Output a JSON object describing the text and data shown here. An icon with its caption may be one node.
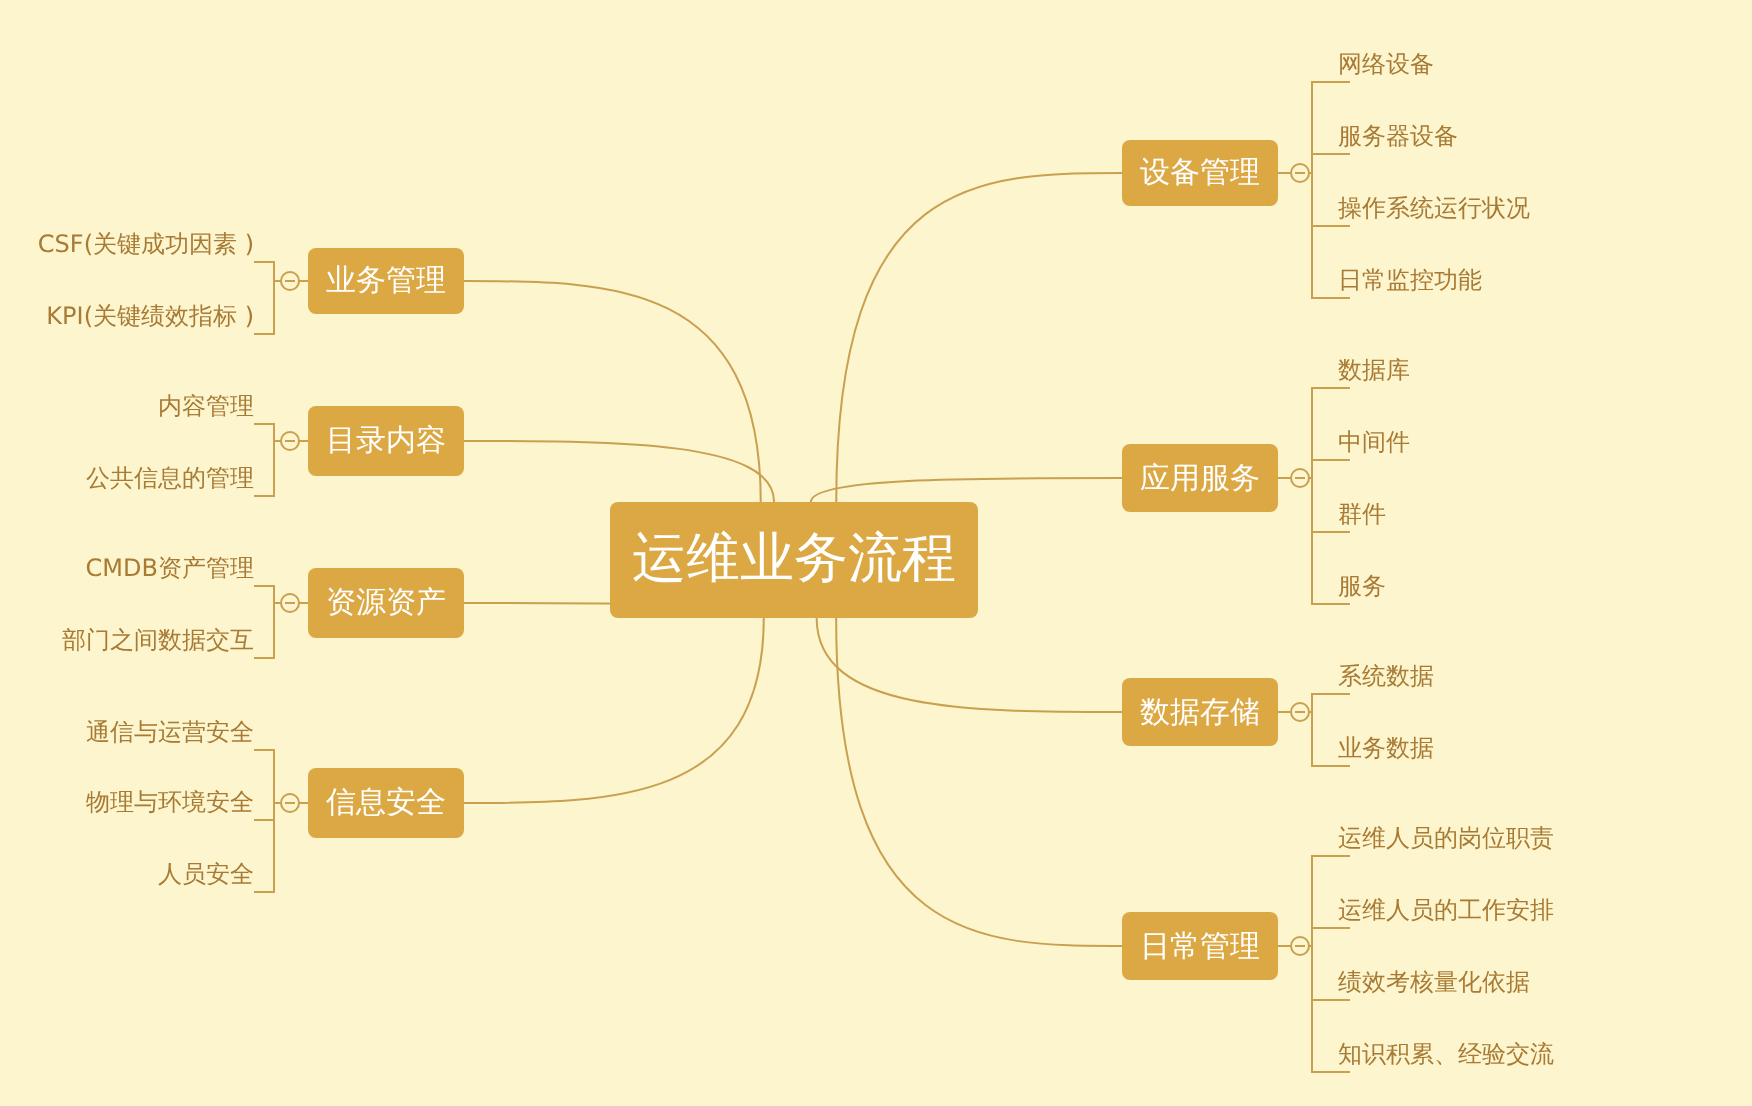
{
  "diagram": {
    "nodes": [
      {
        "text": [
          "运维业务流程"
        ]
      },
      {
        "text": [
          "设备管理"
        ]
      },
      {
        "text": [
          "网络设备"
        ]
      },
      {
        "text": [
          "服务器设备"
        ]
      },
      {
        "text": [
          "操作系统运行状况"
        ]
      },
      {
        "text": [
          "日常监控功能"
        ]
      },
      {
        "text": [
          "应用服务"
        ]
      },
      {
        "text": [
          "数据库"
        ]
      },
      {
        "text": [
          "中间件"
        ]
      },
      {
        "text": [
          "群件"
        ]
      },
      {
        "text": [
          "服务"
        ]
      },
      {
        "text": [
          "数据存储"
        ]
      },
      {
        "text": [
          "系统数据"
        ]
      },
      {
        "text": [
          "业务数据"
        ]
      },
      {
        "text": [
          "日常管理"
        ]
      },
      {
        "text": [
          "运维人员的岗位职责"
        ]
      },
      {
        "text": [
          "运维人员的工作安排"
        ]
      },
      {
        "text": [
          "绩效考核量化依据"
        ]
      },
      {
        "text": [
          "知识积累、经验交流"
        ]
      },
      {
        "text": [
          "业务管理"
        ]
      },
      {
        "text": [
          "CSF(关键成功因素 )"
        ]
      },
      {
        "text": [
          "KPI(关键绩效指标 )"
        ]
      },
      {
        "text": [
          "目录内容"
        ]
      },
      {
        "text": [
          "内容管理"
        ]
      },
      {
        "text": [
          "公共信息的管理"
        ]
      },
      {
        "text": [
          "资源资产"
        ]
      },
      {
        "text": [
          "CMDB资产管理"
        ]
      },
      {
        "text": [
          "部门之间数据交互"
        ]
      },
      {
        "text": [
          "信息安全"
        ]
      },
      {
        "text": [
          "通信与运营安全"
        ]
      },
      {
        "text": [
          "物理与环境安全"
        ]
      },
      {
        "text": [
          "人员安全"
        ]
      }
    ],
    "edges": [
      {
        "from": 0,
        "to": 1,
        "arrow": "none"
      },
      {
        "from": 1,
        "to": 2,
        "arrow": "none"
      },
      {
        "from": 1,
        "to": 3,
        "arrow": "none"
      },
      {
        "from": 1,
        "to": 4,
        "arrow": "none"
      },
      {
        "from": 1,
        "to": 5,
        "arrow": "none"
      },
      {
        "from": 0,
        "to": 6,
        "arrow": "none"
      },
      {
        "from": 6,
        "to": 7,
        "arrow": "none"
      },
      {
        "from": 6,
        "to": 8,
        "arrow": "none"
      },
      {
        "from": 6,
        "to": 9,
        "arrow": "none"
      },
      {
        "from": 6,
        "to": 10,
        "arrow": "none"
      },
      {
        "from": 0,
        "to": 11,
        "arrow": "none"
      },
      {
        "from": 11,
        "to": 12,
        "arrow": "none"
      },
      {
        "from": 11,
        "to": 13,
        "arrow": "none"
      },
      {
        "from": 0,
        "to": 14,
        "arrow": "none"
      },
      {
        "from": 14,
        "to": 15,
        "arrow": "none"
      },
      {
        "from": 14,
        "to": 16,
        "arrow": "none"
      },
      {
        "from": 14,
        "to": 17,
        "arrow": "none"
      },
      {
        "from": 14,
        "to": 18,
        "arrow": "none"
      },
      {
        "from": 0,
        "to": 19,
        "arrow": "none"
      },
      {
        "from": 19,
        "to": 20,
        "arrow": "none"
      },
      {
        "from": 19,
        "to": 21,
        "arrow": "none"
      },
      {
        "from": 0,
        "to": 22,
        "arrow": "none"
      },
      {
        "from": 22,
        "to": 23,
        "arrow": "none"
      },
      {
        "from": 22,
        "to": 24,
        "arrow": "none"
      },
      {
        "from": 0,
        "to": 25,
        "arrow": "none"
      },
      {
        "from": 25,
        "to": 26,
        "arrow": "none"
      },
      {
        "from": 25,
        "to": 27,
        "arrow": "none"
      },
      {
        "from": 0,
        "to": 28,
        "arrow": "none"
      },
      {
        "from": 28,
        "to": 29,
        "arrow": "none"
      },
      {
        "from": 28,
        "to": 30,
        "arrow": "none"
      },
      {
        "from": 28,
        "to": 31,
        "arrow": "none"
      }
    ]
  }
}
